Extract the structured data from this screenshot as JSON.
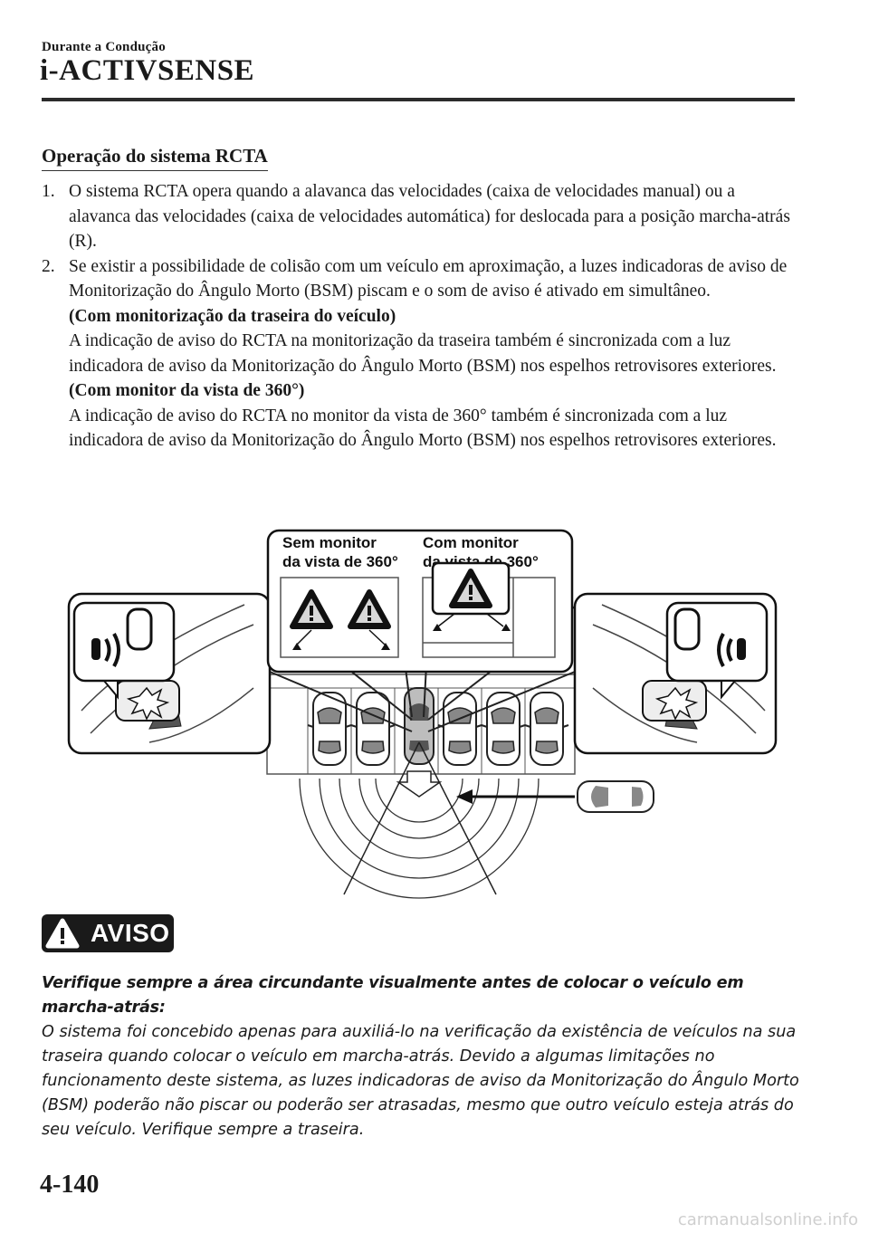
{
  "header": {
    "breadcrumb": "Durante a Condução",
    "title": "i-ACTIVSENSE"
  },
  "section": {
    "heading": "Operação do sistema RCTA",
    "steps": [
      {
        "number": "1.",
        "text": "O sistema RCTA opera quando a alavanca das velocidades (caixa de velocidades manual) ou a alavanca das velocidades (caixa de velocidades automática) for deslocada para a posição marcha-atrás (R)."
      },
      {
        "number": "2.",
        "text": "Se existir a possibilidade de colisão com um veículo em aproximação, a luzes indicadoras de aviso de Monitorização do Ângulo Morto (BSM) piscam e o som de aviso é ativado em simultâneo.",
        "sub_heading_1": "(Com monitorização da traseira do veículo)",
        "sub_text_1": "A indicação de aviso do RCTA na monitorização da traseira também é sincronizada com a luz indicadora de aviso da Monitorização do Ângulo Morto (BSM) nos espelhos retrovisores exteriores.",
        "sub_heading_2": "(Com monitor da vista de 360°)",
        "sub_text_2": "A indicação de aviso do RCTA no monitor da vista de 360° também é sincronizada com a luz indicadora de aviso da Monitorização do Ângulo Morto (BSM) nos espelhos retrovisores exteriores."
      }
    ]
  },
  "figure": {
    "label_without_1": "Sem monitor",
    "label_without_2": "da vista de 360°",
    "label_with_1": "Com monitor",
    "label_with_2": "da vista de 360°"
  },
  "warning": {
    "badge": "AVISO",
    "title": "Verifique sempre a área circundante visualmente antes de colocar o veículo em marcha-atrás:",
    "body": "O sistema foi concebido apenas para auxiliá-lo na verificação da existência de veículos na sua traseira quando colocar o veículo em marcha-atrás. Devido a algumas limitações no funcionamento deste sistema, as luzes indicadoras de aviso da Monitorização do Ângulo Morto (BSM) poderão não piscar ou poderão ser atrasadas, mesmo que outro veículo esteja atrás do seu veículo. Verifique sempre a traseira."
  },
  "footer": {
    "page_number": "4-140",
    "watermark": "carmanualsonline.info"
  }
}
